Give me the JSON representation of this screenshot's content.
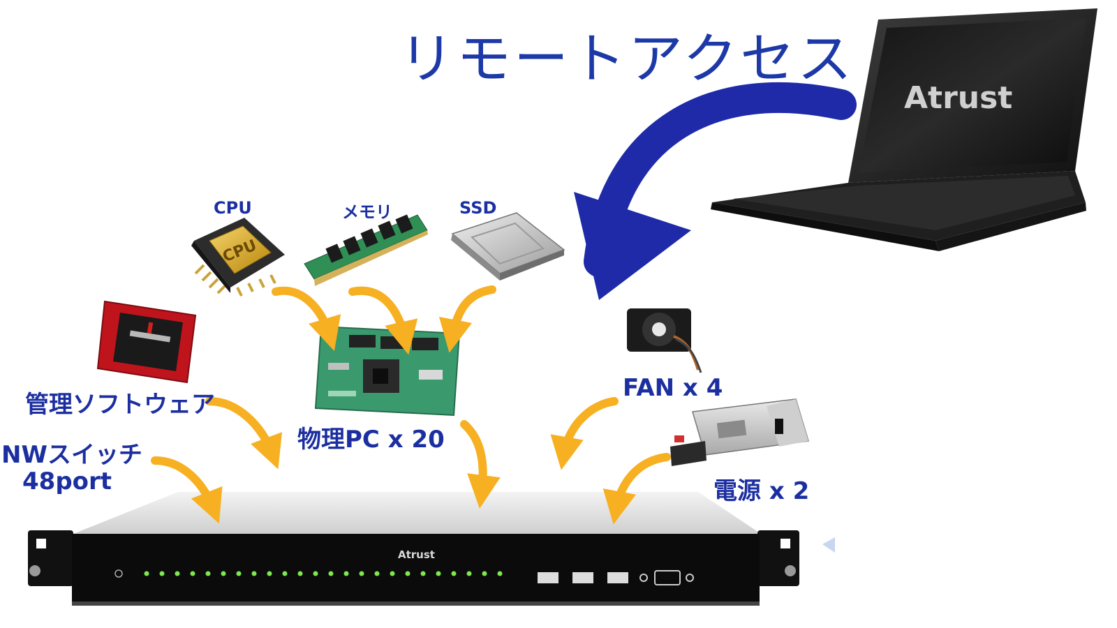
{
  "title": "リモートアクセス",
  "brand": "Atrust",
  "components": {
    "cpu": "CPU",
    "cpu_chip_text": "CPU",
    "memory": "メモリ",
    "ssd": "SSD",
    "mgmt_software": "管理ソフトウェア",
    "nw_switch_line1": "NWスイッチ",
    "nw_switch_line2": "48port",
    "physical_pc": "物理PC x 20",
    "fan": "FAN x 4",
    "power": "電源 x 2"
  },
  "colors": {
    "title_blue": "#1d39a8",
    "label_blue": "#1c2fa0",
    "big_arrow": "#1e2aa8",
    "small_arrow": "#f6b021",
    "board_green": "#3a9a6e",
    "chip_red": "#c0141c",
    "led_green": "#7ee84e"
  }
}
